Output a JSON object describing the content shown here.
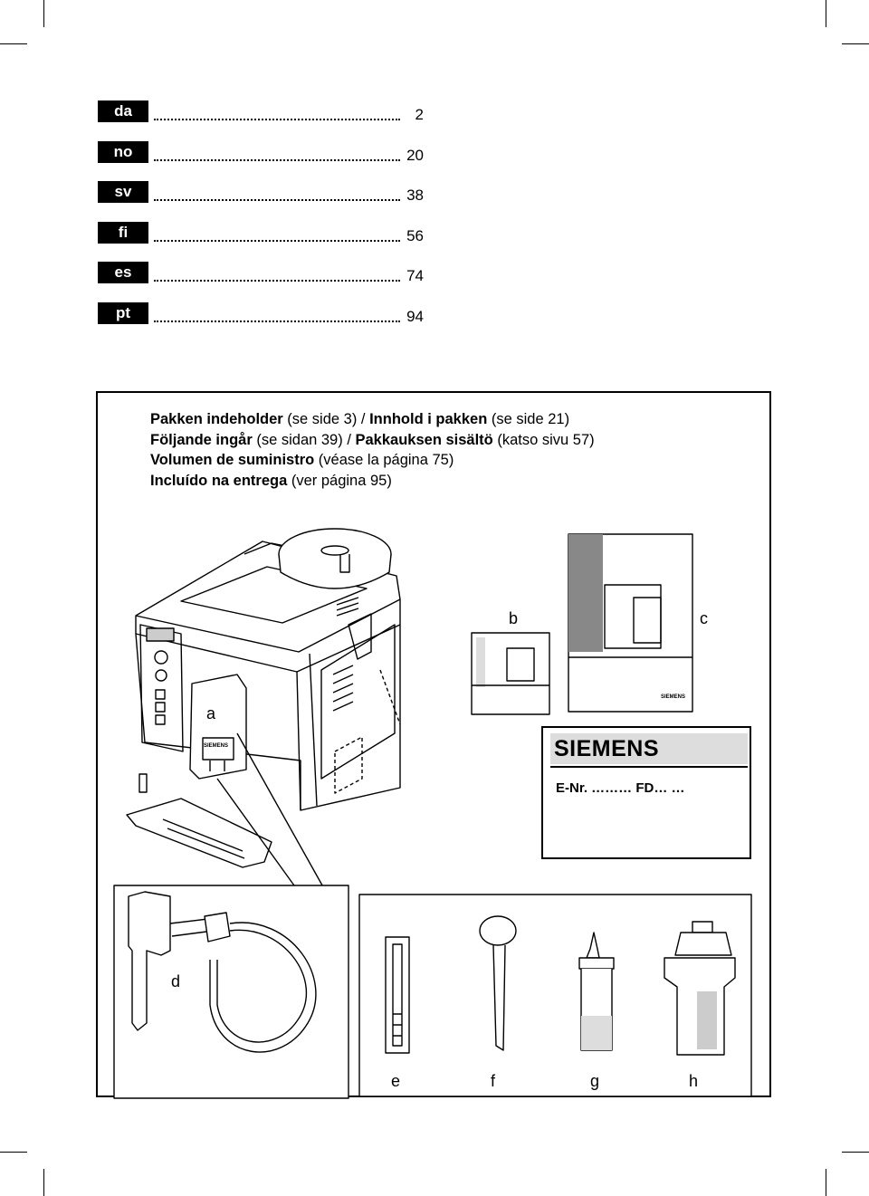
{
  "toc": [
    {
      "lang": "da",
      "page": "2"
    },
    {
      "lang": "no",
      "page": "20"
    },
    {
      "lang": "sv",
      "page": "38"
    },
    {
      "lang": "fi",
      "page": "56"
    },
    {
      "lang": "es",
      "page": "74"
    },
    {
      "lang": "pt",
      "page": "94"
    }
  ],
  "contents_heading": {
    "line1_bold_a": "Pakken indeholder",
    "line1_a": " (se side 3) / ",
    "line1_bold_b": "Innhold i pakken",
    "line1_b": " (se side 21)",
    "line2_bold_a": "Följande ingår",
    "line2_a": " (se sidan 39) / ",
    "line2_bold_b": "Pakkauksen sisältö",
    "line2_b": " (katso sivu 57)",
    "line3_bold": "Volumen de suministro",
    "line3": " (véase la página 75)",
    "line4_bold": "Incluído na entrega",
    "line4": " (ver página 95)"
  },
  "labels": {
    "a": "a",
    "b": "b",
    "c": "c",
    "d": "d",
    "e": "e",
    "f": "f",
    "g": "g",
    "h": "h"
  },
  "rating_plate": {
    "brand": "SIEMENS",
    "enr": "E-Nr. ……… FD… …"
  },
  "machine_brand": "SIEMENS",
  "manual_brand": "SIEMENS"
}
